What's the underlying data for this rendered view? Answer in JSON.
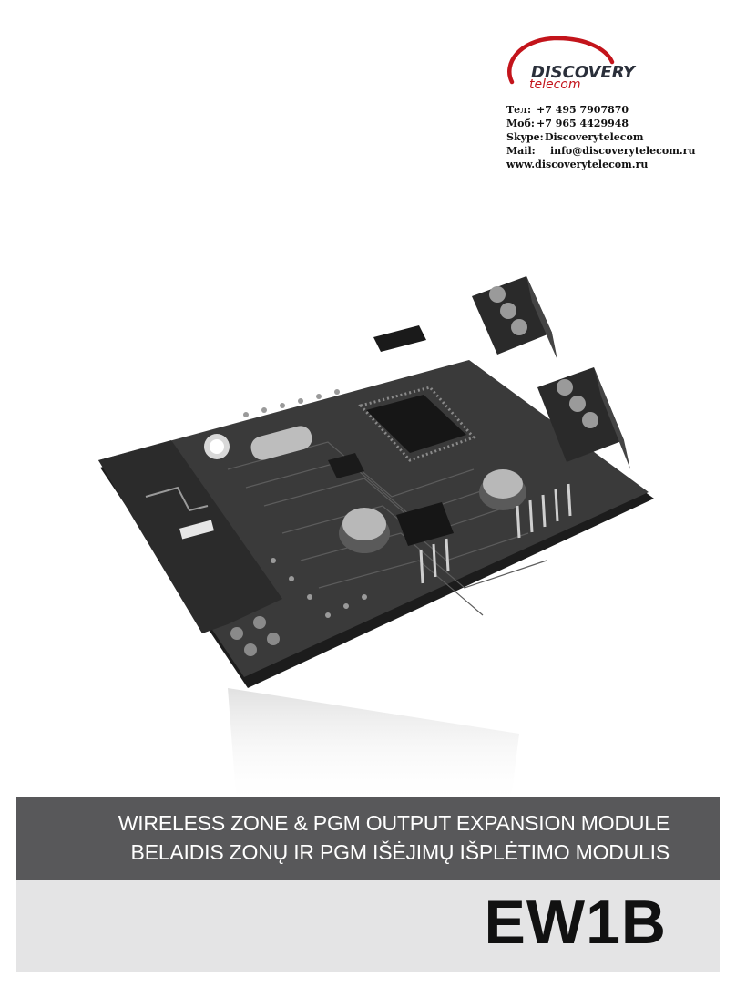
{
  "logo": {
    "word": "DISCOVERY",
    "sub": "telecom",
    "accent_color": "#c3141b"
  },
  "contacts": [
    {
      "label": "Тел:",
      "value": "+7 495 7907870"
    },
    {
      "label": "Моб:",
      "value": "+7 965 4429948"
    },
    {
      "label": "Skype:",
      "value": "Discoverytelecom"
    },
    {
      "label": "Mail:",
      "value": "info@discoverytelecom.ru"
    },
    {
      "label": "",
      "value": "www.discoverytelecom.ru"
    }
  ],
  "product_image": {
    "icon": "pcb-board-photo"
  },
  "banner": {
    "line1": "WIRELESS ZONE & PGM OUTPUT EXPANSION MODULE",
    "line2": "BELAIDIS ZONŲ IR PGM IŠĖJIMŲ IŠPLĖTIMO MODULIS",
    "bg_color": "#58585a"
  },
  "model": "EW1B"
}
